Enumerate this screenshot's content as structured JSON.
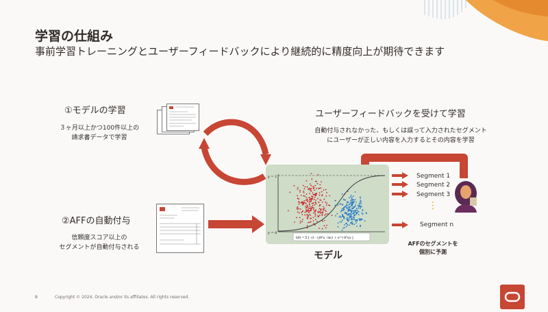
{
  "slide": {
    "title": "学習の仕組み",
    "subtitle": "事前学習トレーニングとユーザーフィードバックにより継続的に精度向上が期待できます",
    "step1": {
      "title": "①モデルの学習",
      "desc_line1": "３ヶ月以上かつ100件以上の",
      "desc_line2": "請求書データで学習"
    },
    "step2": {
      "title": "②AFFの自動付与",
      "desc_line1": "信頼度スコア以上の",
      "desc_line2": "セグメントが自動付与される"
    },
    "feedback": {
      "title": "ユーザーフィードバックを受けて学習",
      "desc_line1": "自動付与されなかった、もしくは誤って入力されたセグメント",
      "desc_line2": "にユーザーが正しい内容を入力するとその内容を学習"
    },
    "model": {
      "label": "モデル",
      "y1": "y = 1",
      "y0": "y = 0",
      "formula": "l(θ) = Σ [ -(1 - y)θᵀx - ln(1 + e^(-θᵀx)) ]"
    },
    "segments": [
      "Segment 1",
      "Segment 2",
      "Segment 3",
      "Segment n"
    ],
    "dots": "⋮",
    "prediction_line1": "AFFのセグメントを",
    "prediction_line2": "個別に予測",
    "page_number": "8",
    "copyright": "Copyright © 2024, Oracle and/or its affiliates. All rights reserved."
  },
  "colors": {
    "accent": "#c74634",
    "red_points": "#c9262a",
    "blue_points": "#1f78c8",
    "model_bg": "#cfdcc8"
  }
}
